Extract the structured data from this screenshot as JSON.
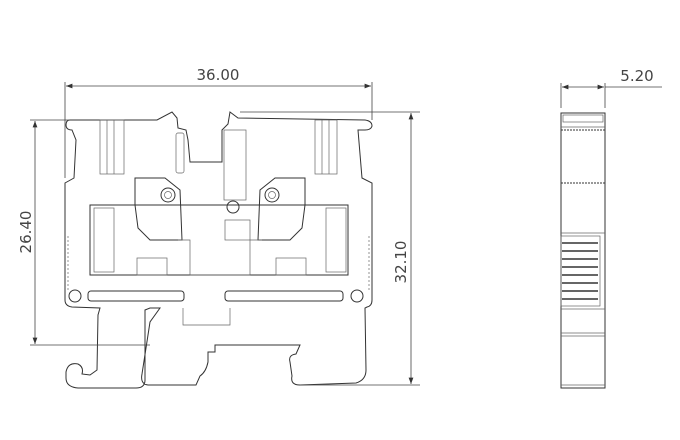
{
  "drawing": {
    "front_view": {
      "width_dimension": "36.00",
      "inner_height_dimension": "26.40",
      "total_height_dimension": "32.10"
    },
    "side_view": {
      "thickness_dimension": "5.20"
    }
  }
}
